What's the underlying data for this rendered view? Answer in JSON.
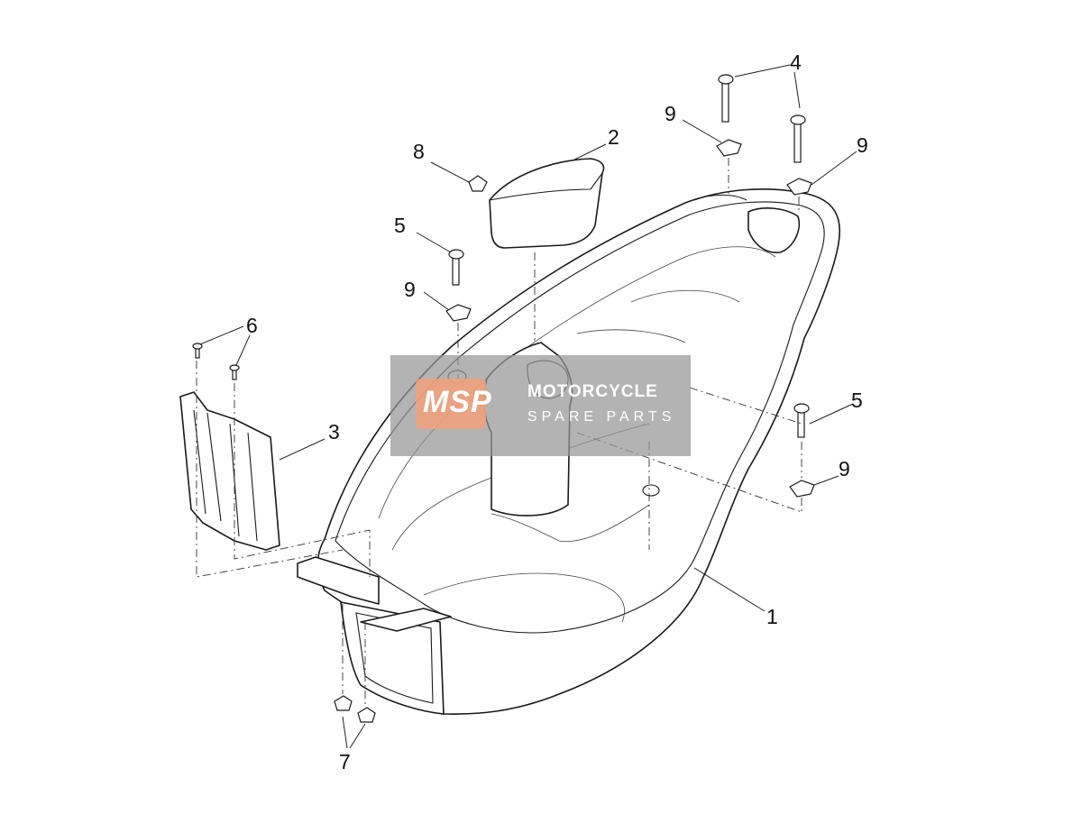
{
  "callouts": [
    {
      "id": "part-1",
      "label": "1"
    },
    {
      "id": "part-2",
      "label": "2"
    },
    {
      "id": "part-3",
      "label": "3"
    },
    {
      "id": "part-4",
      "label": "4"
    },
    {
      "id": "part-5a",
      "label": "5"
    },
    {
      "id": "part-5b",
      "label": "5"
    },
    {
      "id": "part-6",
      "label": "6"
    },
    {
      "id": "part-7",
      "label": "7"
    },
    {
      "id": "part-8",
      "label": "8"
    },
    {
      "id": "part-9a",
      "label": "9"
    },
    {
      "id": "part-9b",
      "label": "9"
    },
    {
      "id": "part-9c",
      "label": "9"
    },
    {
      "id": "part-9d",
      "label": "9"
    }
  ],
  "watermark": {
    "logo": "MSP",
    "title": "MOTORCYCLE",
    "subtitle": "SPARE PARTS"
  }
}
